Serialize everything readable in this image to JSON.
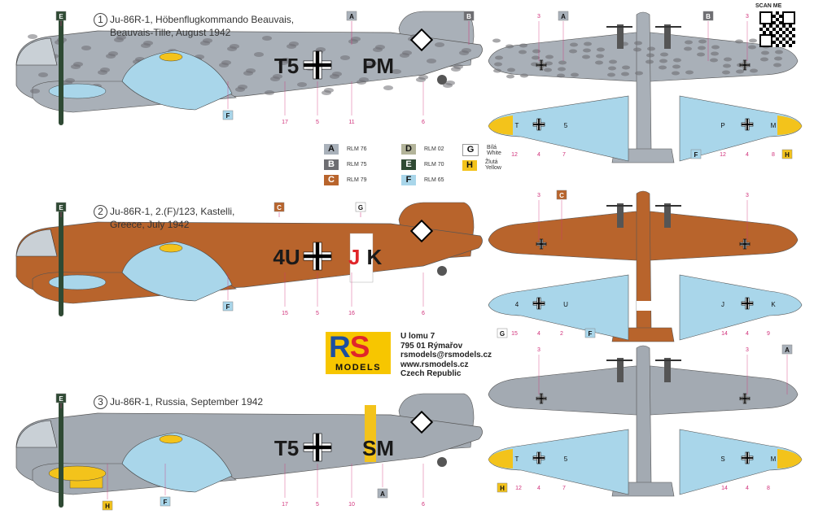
{
  "profiles": [
    {
      "title_num": "1",
      "title_lines": [
        "Ju-86R-1, Höbenflugkommando Beauvais,",
        "Beauvais-Tille, August 1942"
      ],
      "code_left": "T5",
      "code_right": "PM",
      "code_right_red": "",
      "base_color": "#a9b0b8",
      "tail_color": "#a9b0b8",
      "mottle": true,
      "callouts": {
        "top": [
          "E",
          "A",
          "B"
        ],
        "bottom": [
          "F",
          "17",
          "5",
          "11",
          "6"
        ]
      }
    },
    {
      "title_num": "2",
      "title_lines": [
        "Ju-86R-1, 2.(F)/123, Kastelli,",
        "Greece, July 1942"
      ],
      "code_left": "4U",
      "code_right": "K",
      "code_right_red": "J",
      "base_color": "#b8642c",
      "tail_color": "#b8642c",
      "mottle": false,
      "callouts": {
        "top": [
          "E",
          "C",
          "G"
        ],
        "bottom": [
          "F",
          "15",
          "5",
          "16",
          "6"
        ]
      }
    },
    {
      "title_num": "3",
      "title_lines": [
        "Ju-86R-1, Russia, September 1942"
      ],
      "code_left": "T5",
      "code_right": "SM",
      "code_right_red": "",
      "base_color": "#a3aab2",
      "tail_color": "#a3aab2",
      "mottle": false,
      "callouts": {
        "top": [
          "E"
        ],
        "bottom": [
          "H",
          "F",
          "17",
          "5",
          "10",
          "A",
          "6"
        ]
      }
    }
  ],
  "plans": [
    {
      "top_callouts": [
        "3",
        "A",
        "B",
        "3"
      ],
      "left_wing_letters": [
        "T",
        "5"
      ],
      "right_wing_letters": [
        "P",
        "M"
      ],
      "left_callouts": [
        "12",
        "4",
        "7"
      ],
      "right_callouts": [
        "F",
        "12",
        "4",
        "8",
        "H"
      ]
    },
    {
      "top_callouts": [
        "3",
        "C",
        "3"
      ],
      "left_wing_letters": [
        "4",
        "U"
      ],
      "right_wing_letters": [
        "J",
        "K"
      ],
      "left_callouts": [
        "G",
        "15",
        "4",
        "2",
        "F"
      ],
      "right_callouts": [
        "14",
        "4",
        "9"
      ]
    },
    {
      "top_callouts": [
        "3",
        "3",
        "A"
      ],
      "left_wing_letters": [
        "T",
        "5"
      ],
      "right_wing_letters": [
        "S",
        "M"
      ],
      "left_callouts": [
        "H",
        "12",
        "4",
        "7"
      ],
      "right_callouts": [
        "14",
        "4",
        "8"
      ]
    }
  ],
  "legend": [
    {
      "letter": "A",
      "label": "RLM 76",
      "color": "#a9b1ba"
    },
    {
      "letter": "B",
      "label": "RLM 75",
      "color": "#6e6e72"
    },
    {
      "letter": "C",
      "label": "RLM 79",
      "color": "#b8642c"
    },
    {
      "letter": "D",
      "label": "RLM 02",
      "color": "#b3b49a"
    },
    {
      "letter": "E",
      "label": "RLM 70",
      "color": "#2f4a34"
    },
    {
      "letter": "F",
      "label": "RLM 65",
      "color": "#a9d6ea"
    },
    {
      "letter": "G",
      "label": "Bílá White",
      "color": "#ffffff"
    },
    {
      "letter": "H",
      "label": "Žlutá Yellow",
      "color": "#f3c31b"
    }
  ],
  "logo": {
    "r": "R",
    "s": "S",
    "models": "MODELS"
  },
  "address": [
    "U lomu 7",
    "795 01 Rýmařov",
    "rsmodels@rsmodels.cz",
    "www.rsmodels.cz",
    "Czech Republic"
  ],
  "scan": "SCAN ME",
  "colors": {
    "callout": "#d0307a",
    "underside": "#a9d6ea"
  }
}
